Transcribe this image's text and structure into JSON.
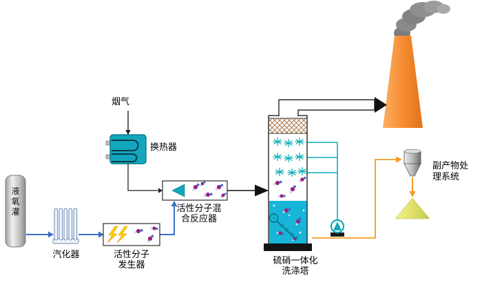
{
  "labels": {
    "flue_gas": "烟气",
    "heat_exchanger": "换热器",
    "liquid_oxygen_tank": "液氧灌",
    "vaporizer": "汽化器",
    "generator_line1": "活性分子",
    "generator_line2": "发生器",
    "mixing_reactor_line1": "活性分子混",
    "mixing_reactor_line2": "合反应器",
    "scrubber_tower_line1": "硫硝一体化",
    "scrubber_tower_line2": "洗涤塔",
    "byproduct_line1": "副产物处",
    "byproduct_line2": "理系统"
  },
  "colors": {
    "flow_arrow_blue": "#3a6fc4",
    "equipment_teal": "#12a7bd",
    "pipe_teal": "#12aab8",
    "liquid_cyan": "#17b5d8",
    "chimney_orange": "#f48a2e",
    "byproduct_orange": "#f59a23",
    "lightning_yellow": "#ffd300",
    "molecule_purple": "#9c1f86",
    "molecule_blue": "#3f6fc8",
    "byproduct_cone_yellow": "#dfe06a",
    "smoke_gray": "#8a8a8a",
    "demister_hatch_brown": "#a87848",
    "line_black": "#111111"
  }
}
